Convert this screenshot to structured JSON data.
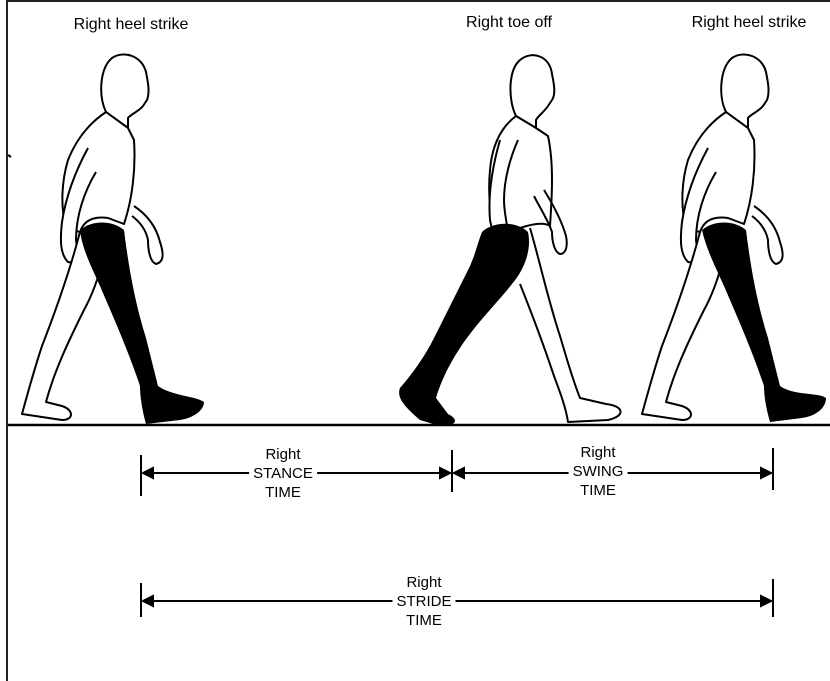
{
  "phases": {
    "first": "Right heel strike",
    "middle": "Right toe off",
    "last": "Right heel strike"
  },
  "intervals": {
    "stance": {
      "line1": "Right",
      "line2": "STANCE",
      "line3": "TIME"
    },
    "swing": {
      "line1": "Right",
      "line2": "SWING",
      "line3": "TIME"
    },
    "stride": {
      "line1": "Right",
      "line2": "STRIDE",
      "line3": "TIME"
    }
  },
  "colors": {
    "ink": "#000000",
    "background": "#ffffff"
  }
}
